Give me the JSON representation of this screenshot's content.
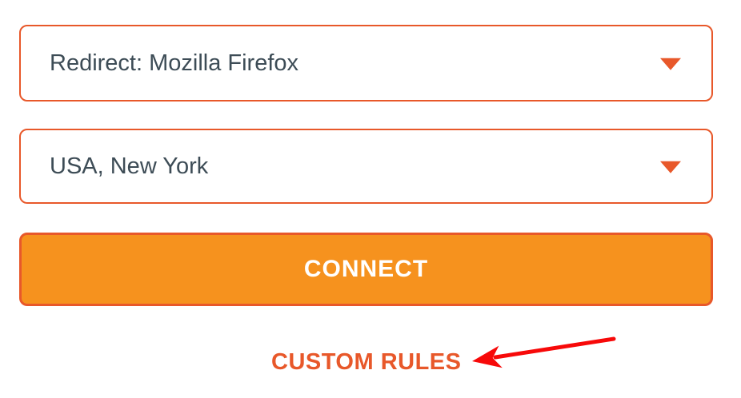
{
  "colors": {
    "accent_orange": "#e8582a",
    "button_fill_orange": "#f6921e",
    "dropdown_text": "#3d4c56",
    "annotation_red": "#f70909",
    "background": "#ffffff"
  },
  "dropdowns": [
    {
      "value": "Redirect: Mozilla Firefox",
      "icon": "chevron-down-icon"
    },
    {
      "value": "USA, New York",
      "icon": "chevron-down-icon"
    }
  ],
  "connect_button": {
    "label": "CONNECT"
  },
  "custom_rules": {
    "label": "CUSTOM RULES"
  },
  "annotation_arrow": {
    "color": "#f70909",
    "points_to": "custom-rules-link"
  }
}
